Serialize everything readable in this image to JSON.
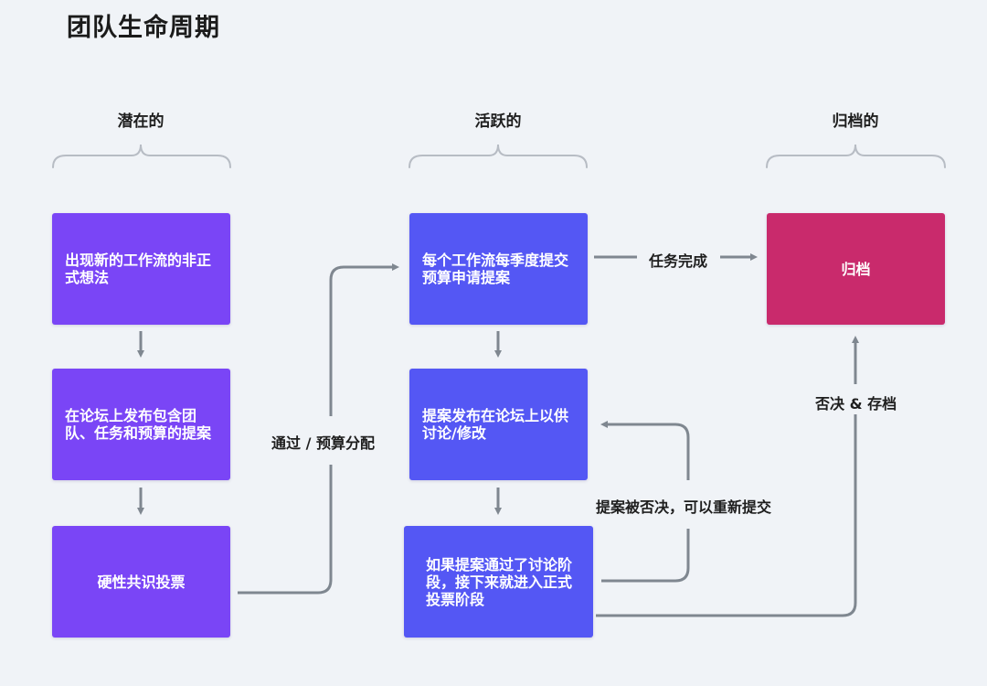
{
  "title": "团队生命周期",
  "phases": [
    {
      "label": "潜在的"
    },
    {
      "label": "活跃的"
    },
    {
      "label": "归档的"
    }
  ],
  "nodes": {
    "idea": "出现新的工作流的非正式想法",
    "forum_proposal": "在论坛上发布包含团队、任务和预算的提案",
    "consensus_vote": "硬性共识投票",
    "quarterly_budget": "每个工作流每季度提交预算申请提案",
    "forum_discussion": "提案发布在论坛上以供讨论/修改",
    "formal_vote": "如果提案通过了讨论阶段，接下来就进入正式投票阶段",
    "archive": "归档"
  },
  "edges": {
    "pass_budget": "通过 / 预算分配",
    "task_done": "任务完成",
    "rejected_resubmit": "提案被否决，可以重新提交",
    "reject_archive": "否决 & 存档"
  },
  "colors": {
    "latent": "#7a45f6",
    "active": "#5457f4",
    "archived": "#c92a6c",
    "connector": "#7f8790",
    "background": "#f0f3f7"
  }
}
